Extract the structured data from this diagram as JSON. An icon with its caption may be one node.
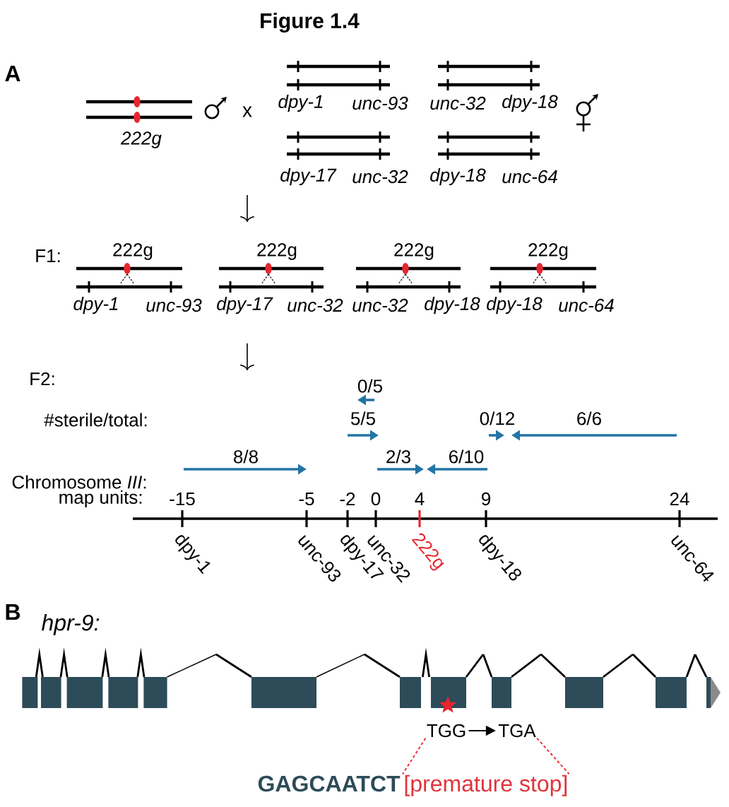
{
  "diagram": {
    "title": "Figure 1.4",
    "nodes": [
      {
        "text": [
          "TGG"
        ]
      },
      {
        "text": [
          "TGA"
        ]
      },
      {
        "text": [
          "[premature stop]"
        ]
      }
    ],
    "edges": [
      {
        "from": 0,
        "to": 1,
        "arrow": "to",
        "color": "#000000"
      },
      {
        "from": 0,
        "to": 2,
        "arrow": "none",
        "style": "dashed",
        "color": "#e8323c"
      },
      {
        "from": 1,
        "to": 2,
        "arrow": "none",
        "style": "dashed",
        "color": "#e8323c"
      }
    ],
    "labels": [
      "A",
      "222g",
      "x",
      "dpy-1",
      "unc-93",
      "unc-32",
      "dpy-18",
      "dpy-17",
      "unc-32",
      "dpy-18",
      "unc-64",
      "F1:",
      "222g",
      "222g",
      "222g",
      "222g",
      "dpy-1",
      "unc-93",
      "dpy-17",
      "unc-32",
      "unc-32",
      "dpy-18",
      "dpy-18",
      "unc-64",
      "F2:",
      "0/5",
      "#sterile/total:",
      "5/5",
      "0/12",
      "6/6",
      "8/8",
      "2/3",
      "6/10",
      "Chromosome *III*:",
      "map units:",
      "-15",
      "-5",
      "-2",
      "0",
      "4",
      "9",
      "24",
      "dpy-1",
      "unc-93",
      "dpy-17",
      "unc-32",
      "222g",
      "dpy-18",
      "unc-64",
      "B",
      "hpr-9:",
      "GAGCAATCT"
    ]
  }
}
